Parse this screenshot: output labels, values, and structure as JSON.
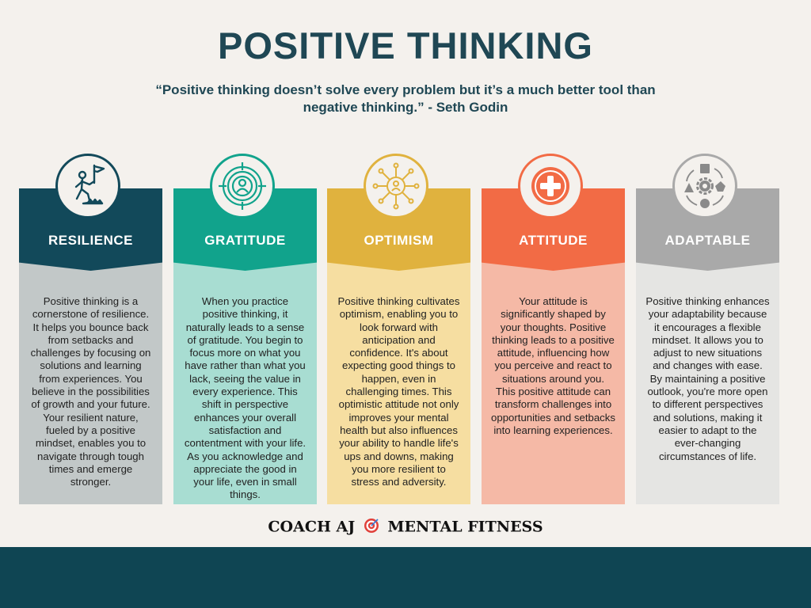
{
  "title": "POSITIVE THINKING",
  "quote": "“Positive thinking doesn’t solve every problem but it’s a much better tool than negative thinking.” - Seth Godin",
  "cards": [
    {
      "label": "RESILIENCE",
      "icon": "climber-flag-icon",
      "header_color": "#12495a",
      "body_color": "#c2c8c8",
      "text": "Positive thinking is a cornerstone of resilience. It helps you bounce back from setbacks and challenges by focusing on solutions and learning from experiences. You believe in the possibilities of growth and your future. Your resilient nature, fueled by a positive mindset, enables you to navigate through tough times and emerge stronger."
    },
    {
      "label": "GRATITUDE",
      "icon": "target-person-icon",
      "header_color": "#11a38c",
      "body_color": "#a8ddd2",
      "text": "When you practice positive thinking, it naturally leads to a sense of gratitude. You begin to focus more on what you have rather than what you lack, seeing the value in every experience. This shift in perspective enhances your overall satisfaction and contentment with your life. As you acknowledge and appreciate the good in your life, even in small things."
    },
    {
      "label": "OPTIMISM",
      "icon": "sun-person-icon",
      "header_color": "#e0b23e",
      "body_color": "#f6dea1",
      "text": "Positive thinking cultivates optimism, enabling you to look forward with anticipation and confidence. It's about expecting good things to happen, even in challenging times. This optimistic attitude not only improves your mental health but also influences your ability to handle life's ups and downs, making you more resilient to stress and adversity."
    },
    {
      "label": "ATTITUDE",
      "icon": "plus-circle-icon",
      "header_color": "#f26b45",
      "body_color": "#f5b9a6",
      "text": "Your attitude is significantly shaped by your thoughts. Positive thinking leads to a positive attitude, influencing how you perceive and react to situations around you. This positive attitude can transform challenges into opportunities and setbacks into learning experiences."
    },
    {
      "label": "ADAPTABLE",
      "icon": "gear-shapes-cycle-icon",
      "header_color": "#a9a9a9",
      "body_color": "#e5e5e3",
      "text": "Positive thinking enhances your adaptability because it encourages a flexible mindset. It allows you to adjust to new situations and changes with ease. By maintaining a positive outlook, you're more open to different perspectives and solutions, making it easier to adapt to the ever-changing circumstances of life."
    }
  ],
  "footer": {
    "brand_left": "COACH AJ",
    "brand_icon": "target-icon",
    "brand_right": "MENTAL FITNESS"
  }
}
